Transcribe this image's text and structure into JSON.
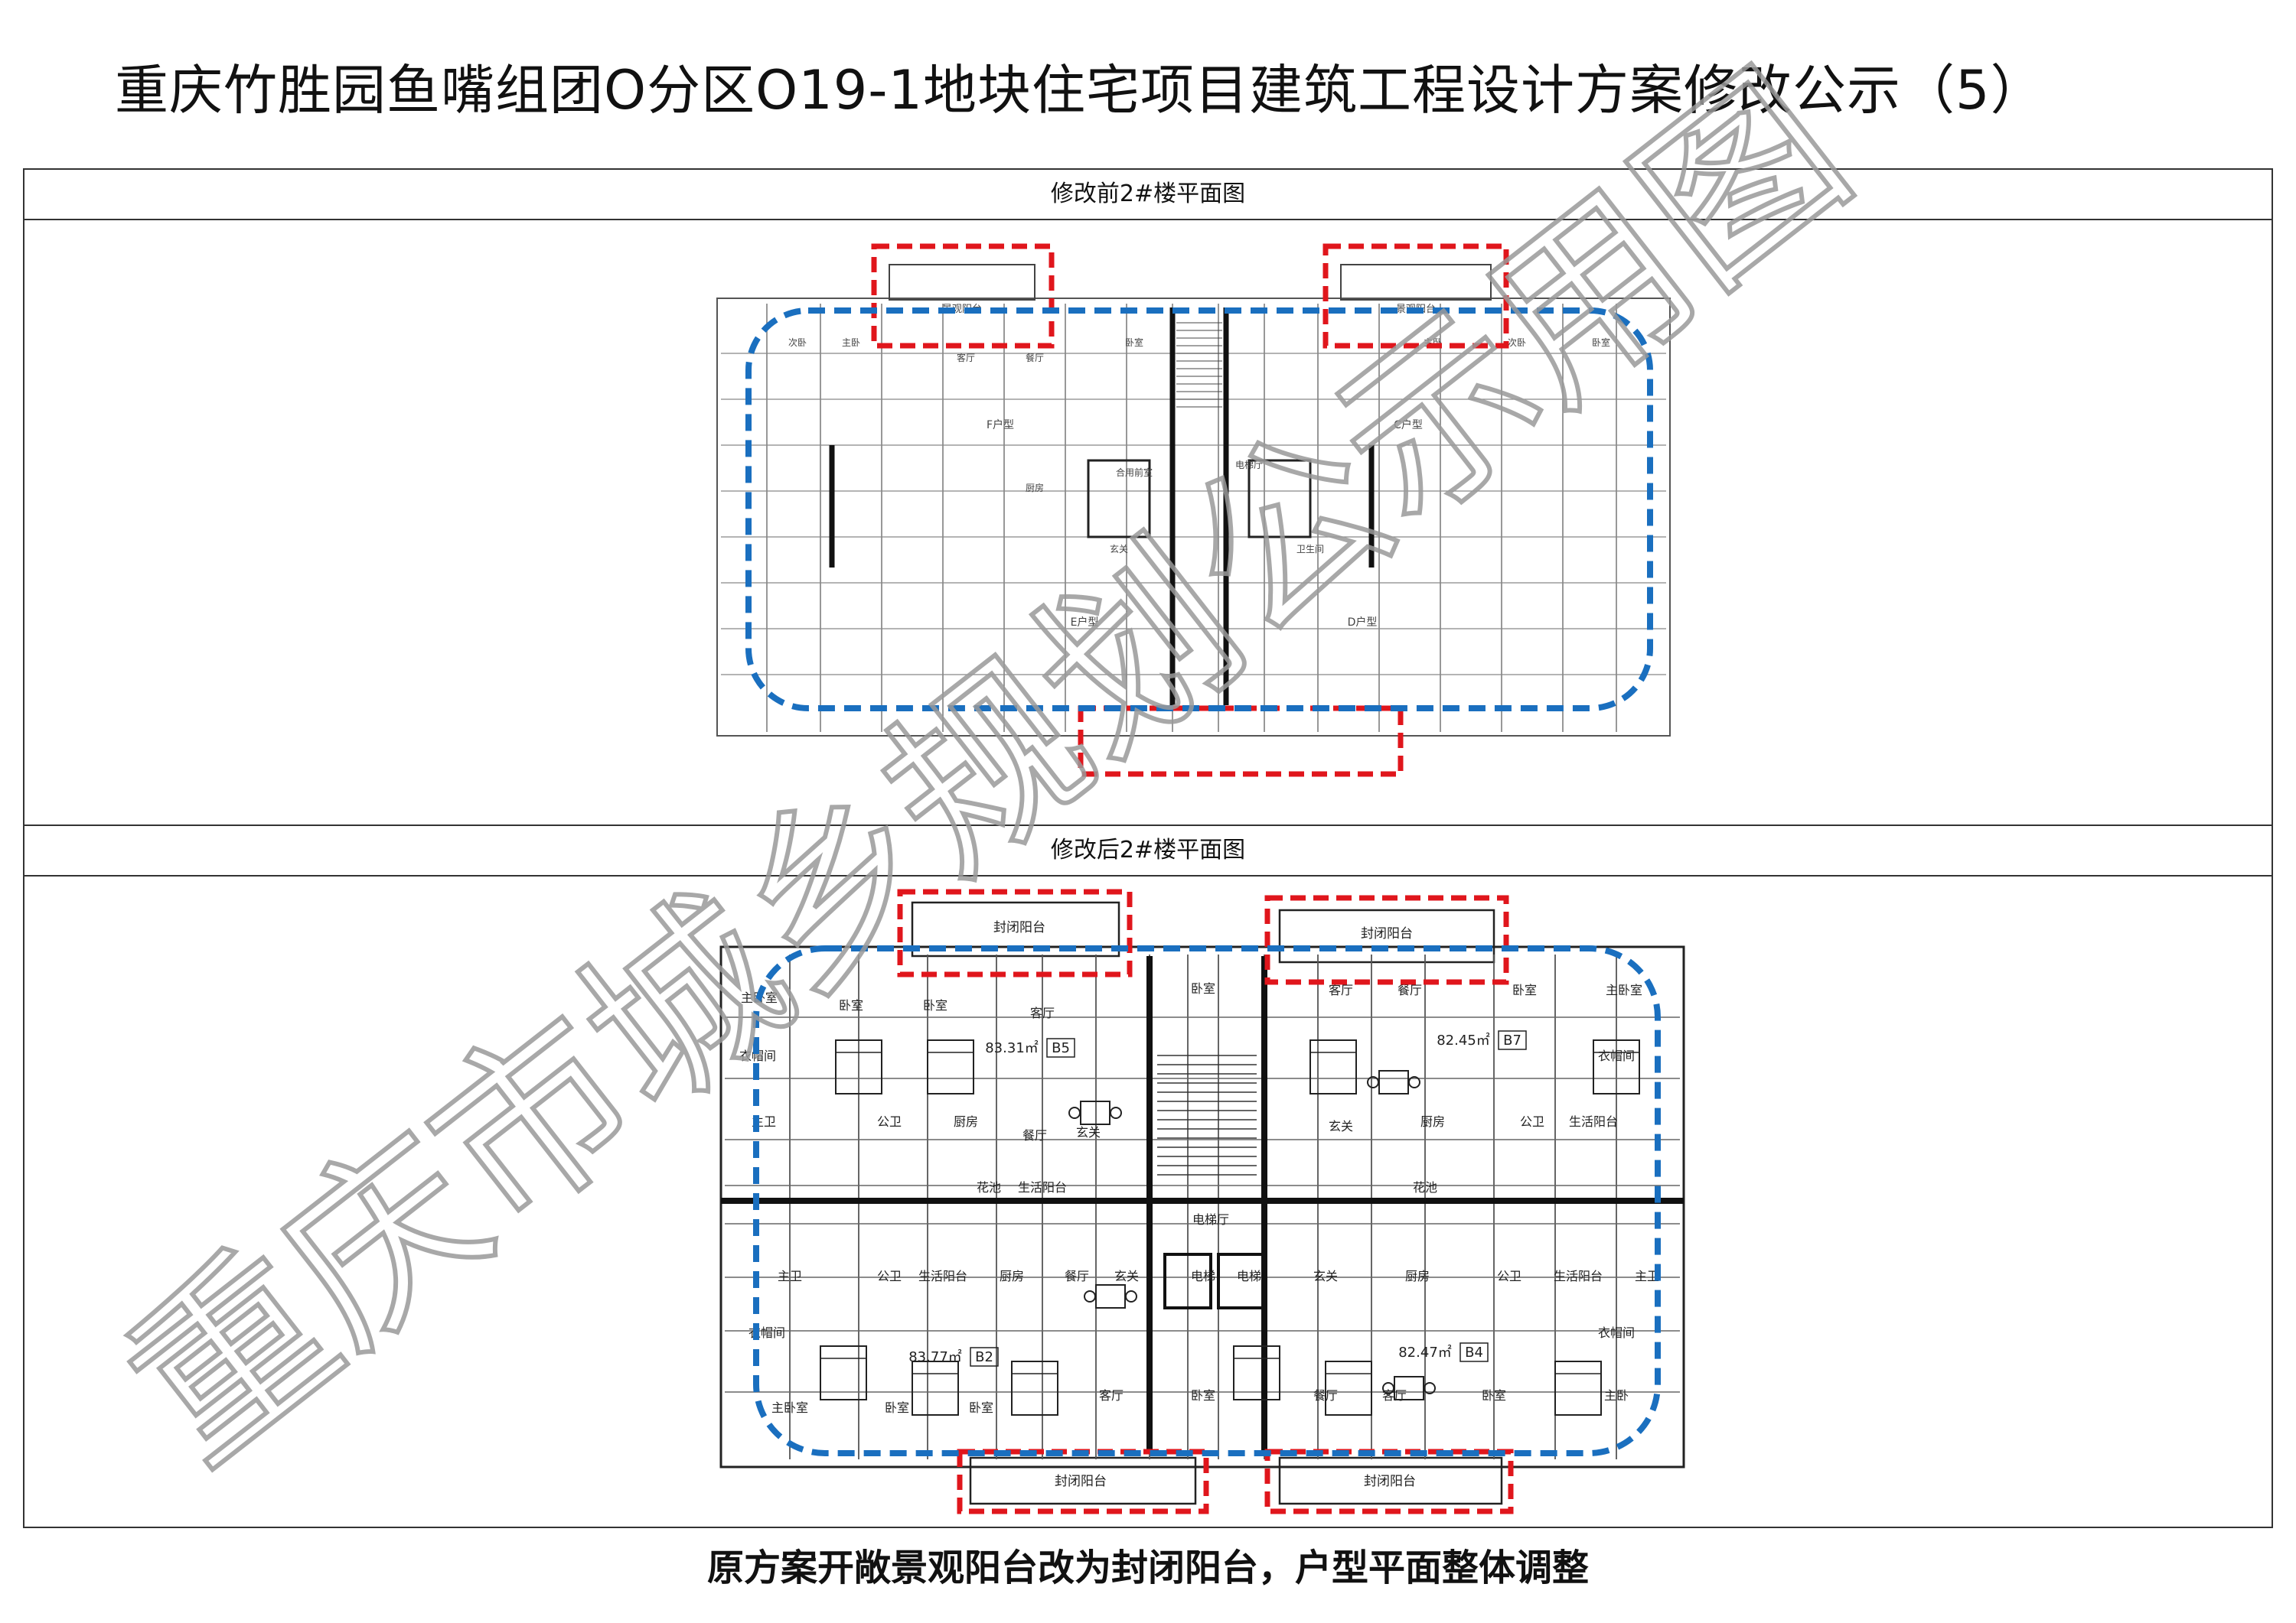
{
  "title": "重庆竹胜园鱼嘴组团O分区O19-1地块住宅项目建筑工程设计方案修改公示（5）",
  "before": {
    "header": "修改前2#楼平面图",
    "balcony_labels": [
      "景观阳台",
      "景观阳台"
    ],
    "unit_types": [
      "F户型",
      "C户型",
      "E户型",
      "D户型"
    ],
    "rooms": [
      "次卧",
      "主卧",
      "客厅",
      "餐厅",
      "卧室",
      "厨房",
      "玄关",
      "电梯厅",
      "合用前室",
      "卫生间",
      "主卧",
      "次卧",
      "卧室"
    ]
  },
  "after": {
    "header": "修改后2#楼平面图",
    "balcony_labels": [
      "封闭阳台",
      "封闭阳台",
      "封闭阳台",
      "封闭阳台"
    ],
    "units": [
      {
        "area": "83.31㎡",
        "code": "B5"
      },
      {
        "area": "82.45㎡",
        "code": "B7"
      },
      {
        "area": "83.77㎡",
        "code": "B2"
      },
      {
        "area": "82.47㎡",
        "code": "B4"
      }
    ],
    "rooms": [
      "主卧室",
      "卧室",
      "卧室",
      "客厅",
      "卧室",
      "客厅",
      "餐厅",
      "卧室",
      "主卧室",
      "衣帽间",
      "衣帽间",
      "主卫",
      "公卫",
      "厨房",
      "餐厅",
      "玄关",
      "玄关",
      "厨房",
      "公卫",
      "生活阳台",
      "花池",
      "生活阳台",
      "电梯厅",
      "花池",
      "主卫",
      "公卫",
      "生活阳台",
      "厨房",
      "餐厅",
      "玄关",
      "电梯",
      "电梯",
      "玄关",
      "厨房",
      "公卫",
      "生活阳台",
      "主卫",
      "衣帽间",
      "衣帽间",
      "主卧室",
      "卧室",
      "卧室",
      "客厅",
      "卧室",
      "餐厅",
      "客厅",
      "卧室",
      "主卧"
    ]
  },
  "caption": "原方案开敞景观阳台改为封闭阳台，户型平面整体调整",
  "watermark": "重庆市城乡规划公示用图",
  "colors": {
    "highlight_red": "#e0161c",
    "outline_blue": "#1a6fbf",
    "watermark_gray": "#9a9a9a",
    "plan_line": "#222222"
  }
}
